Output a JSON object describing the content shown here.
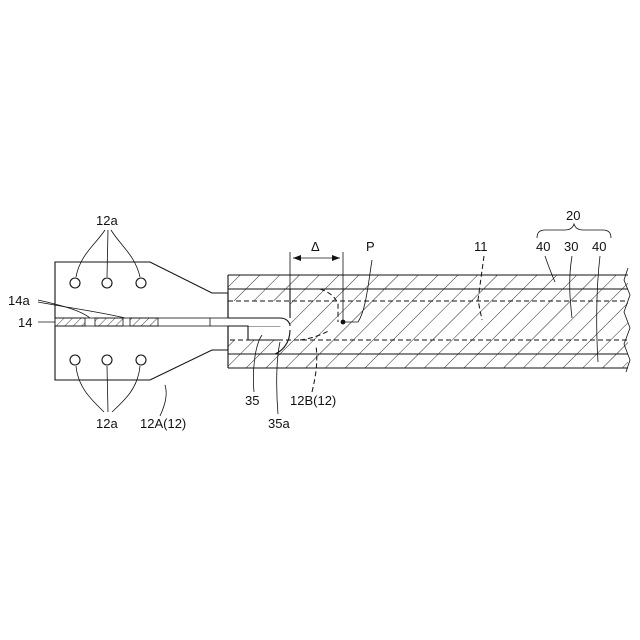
{
  "labels": {
    "sheath_group": "20",
    "layer_left": "40",
    "layer_mid": "30",
    "layer_right": "40",
    "core": "11",
    "point": "P",
    "delta": "Δ",
    "holes_top": "12a",
    "holes_bottom": "12a",
    "strip_a": "14a",
    "strip": "14",
    "terminal_a": "12A(12)",
    "terminal_b": "12B(12)",
    "part_35": "35",
    "part_35a": "35a"
  }
}
